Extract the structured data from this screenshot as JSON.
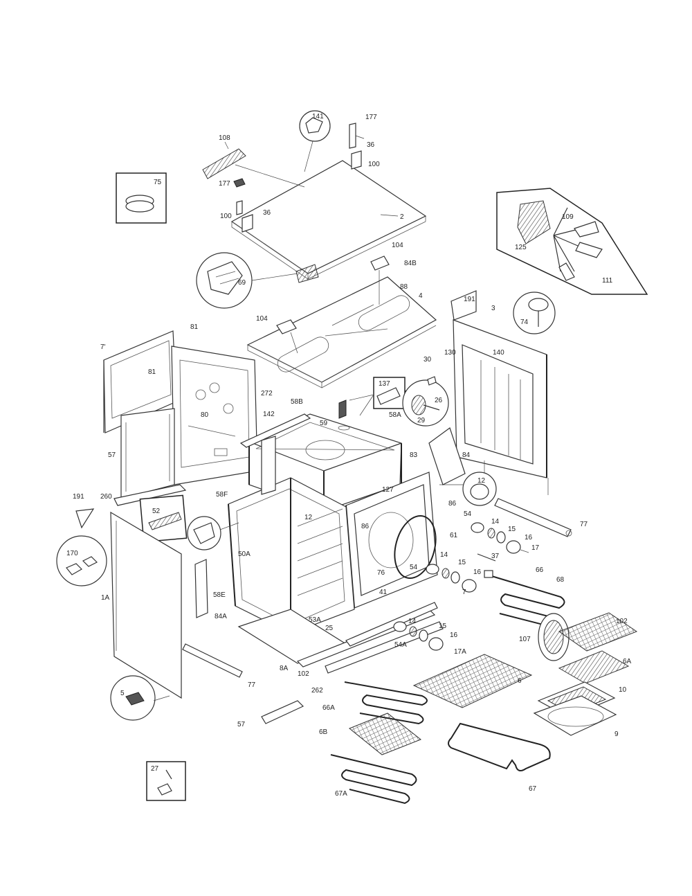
{
  "labels": {
    "l141": "141",
    "l177a": "177",
    "l36a": "36",
    "l108": "108",
    "l100a": "100",
    "l75": "75",
    "l177b": "177",
    "l100b": "100",
    "l36b": "36",
    "l2": "2",
    "l104a": "104",
    "l84b": "84B",
    "l69": "69",
    "l88": "88",
    "l4": "4",
    "l104b": "104",
    "l109": "109",
    "l125": "125",
    "l111": "111",
    "l191a": "191",
    "l3": "3",
    "l74": "74",
    "l71": "7'",
    "l81a": "81",
    "l81b": "81",
    "l130": "130",
    "l30": "30",
    "l140": "140",
    "l272": "272",
    "l137": "137",
    "l26": "26",
    "l29": "29",
    "l58b": "58B",
    "l59": "59",
    "l58a": "58A",
    "l142": "142",
    "l80": "80",
    "l57a": "57",
    "l84": "84",
    "l83": "83",
    "l12a": "12",
    "l58f": "58F",
    "l127": "127",
    "l86a": "86",
    "l191b": "191",
    "l260": "260",
    "l52": "52",
    "l77a": "77",
    "l54a": "54",
    "l14a": "14",
    "l15a": "15",
    "l16a": "16",
    "l17": "17",
    "l12b": "12",
    "l86b": "86",
    "l61": "61",
    "l37": "37",
    "l170": "170",
    "l50a": "50A",
    "l76": "76",
    "l54": "54",
    "l14b": "14",
    "l15b": "15",
    "l16b": "16",
    "l66": "66",
    "l68": "68",
    "l41": "41",
    "l58e": "58E",
    "l84a": "84A",
    "l1a": "1A",
    "l53a": "53A",
    "l25": "25",
    "l14c": "14",
    "l15c": "15",
    "l16c": "16",
    "l107": "107",
    "l102a": "102",
    "l54a2": "54A",
    "l17a": "17A",
    "l6a": "6A",
    "l8a": "8A",
    "l102b": "102",
    "l262": "262",
    "l77b": "77",
    "l6": "6",
    "l10": "10",
    "l5": "5",
    "l66a": "66A",
    "l9": "9",
    "l57b": "57",
    "l6b": "6B",
    "l67": "67",
    "l27": "27",
    "l67a": "67A",
    "l7": "7"
  }
}
